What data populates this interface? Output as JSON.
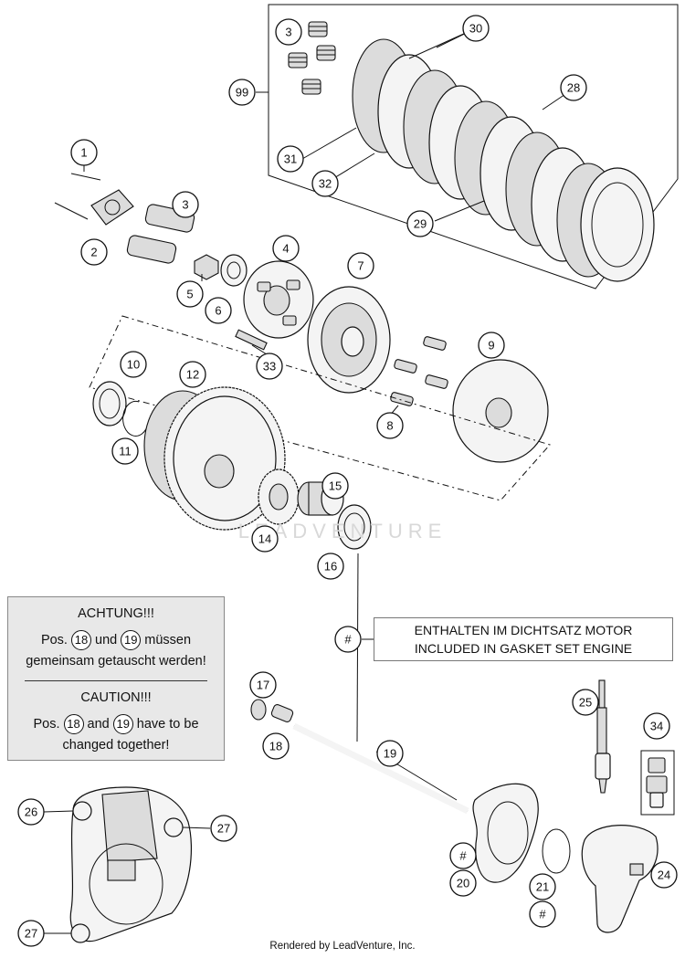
{
  "callouts": [
    "1",
    "2",
    "3",
    "4",
    "5",
    "6",
    "7",
    "8",
    "9",
    "10",
    "11",
    "12",
    "14",
    "15",
    "16",
    "17",
    "18",
    "19",
    "20",
    "21",
    "24",
    "25",
    "26",
    "27",
    "28",
    "29",
    "30",
    "31",
    "32",
    "33",
    "34",
    "99",
    "#"
  ],
  "warning": {
    "line1": "ACHTUNG!!!",
    "line2_pre": "Pos.",
    "line2_a": "18",
    "line2_mid": "und",
    "line2_b": "19",
    "line2_post": "müssen",
    "line3": "gemeinsam getauscht werden!",
    "line4": "CAUTION!!!",
    "line5_pre": "Pos.",
    "line5_a": "18",
    "line5_mid": "and",
    "line5_b": "19",
    "line5_post": "have to be",
    "line6": "changed together!"
  },
  "gasket_note": {
    "symbol": "#",
    "line1": "ENTHALTEN IM DICHTSATZ MOTOR",
    "line2": "INCLUDED IN GASKET SET ENGINE"
  },
  "watermark": "LEADVENTURE",
  "footer": "Rendered by LeadVenture, Inc."
}
